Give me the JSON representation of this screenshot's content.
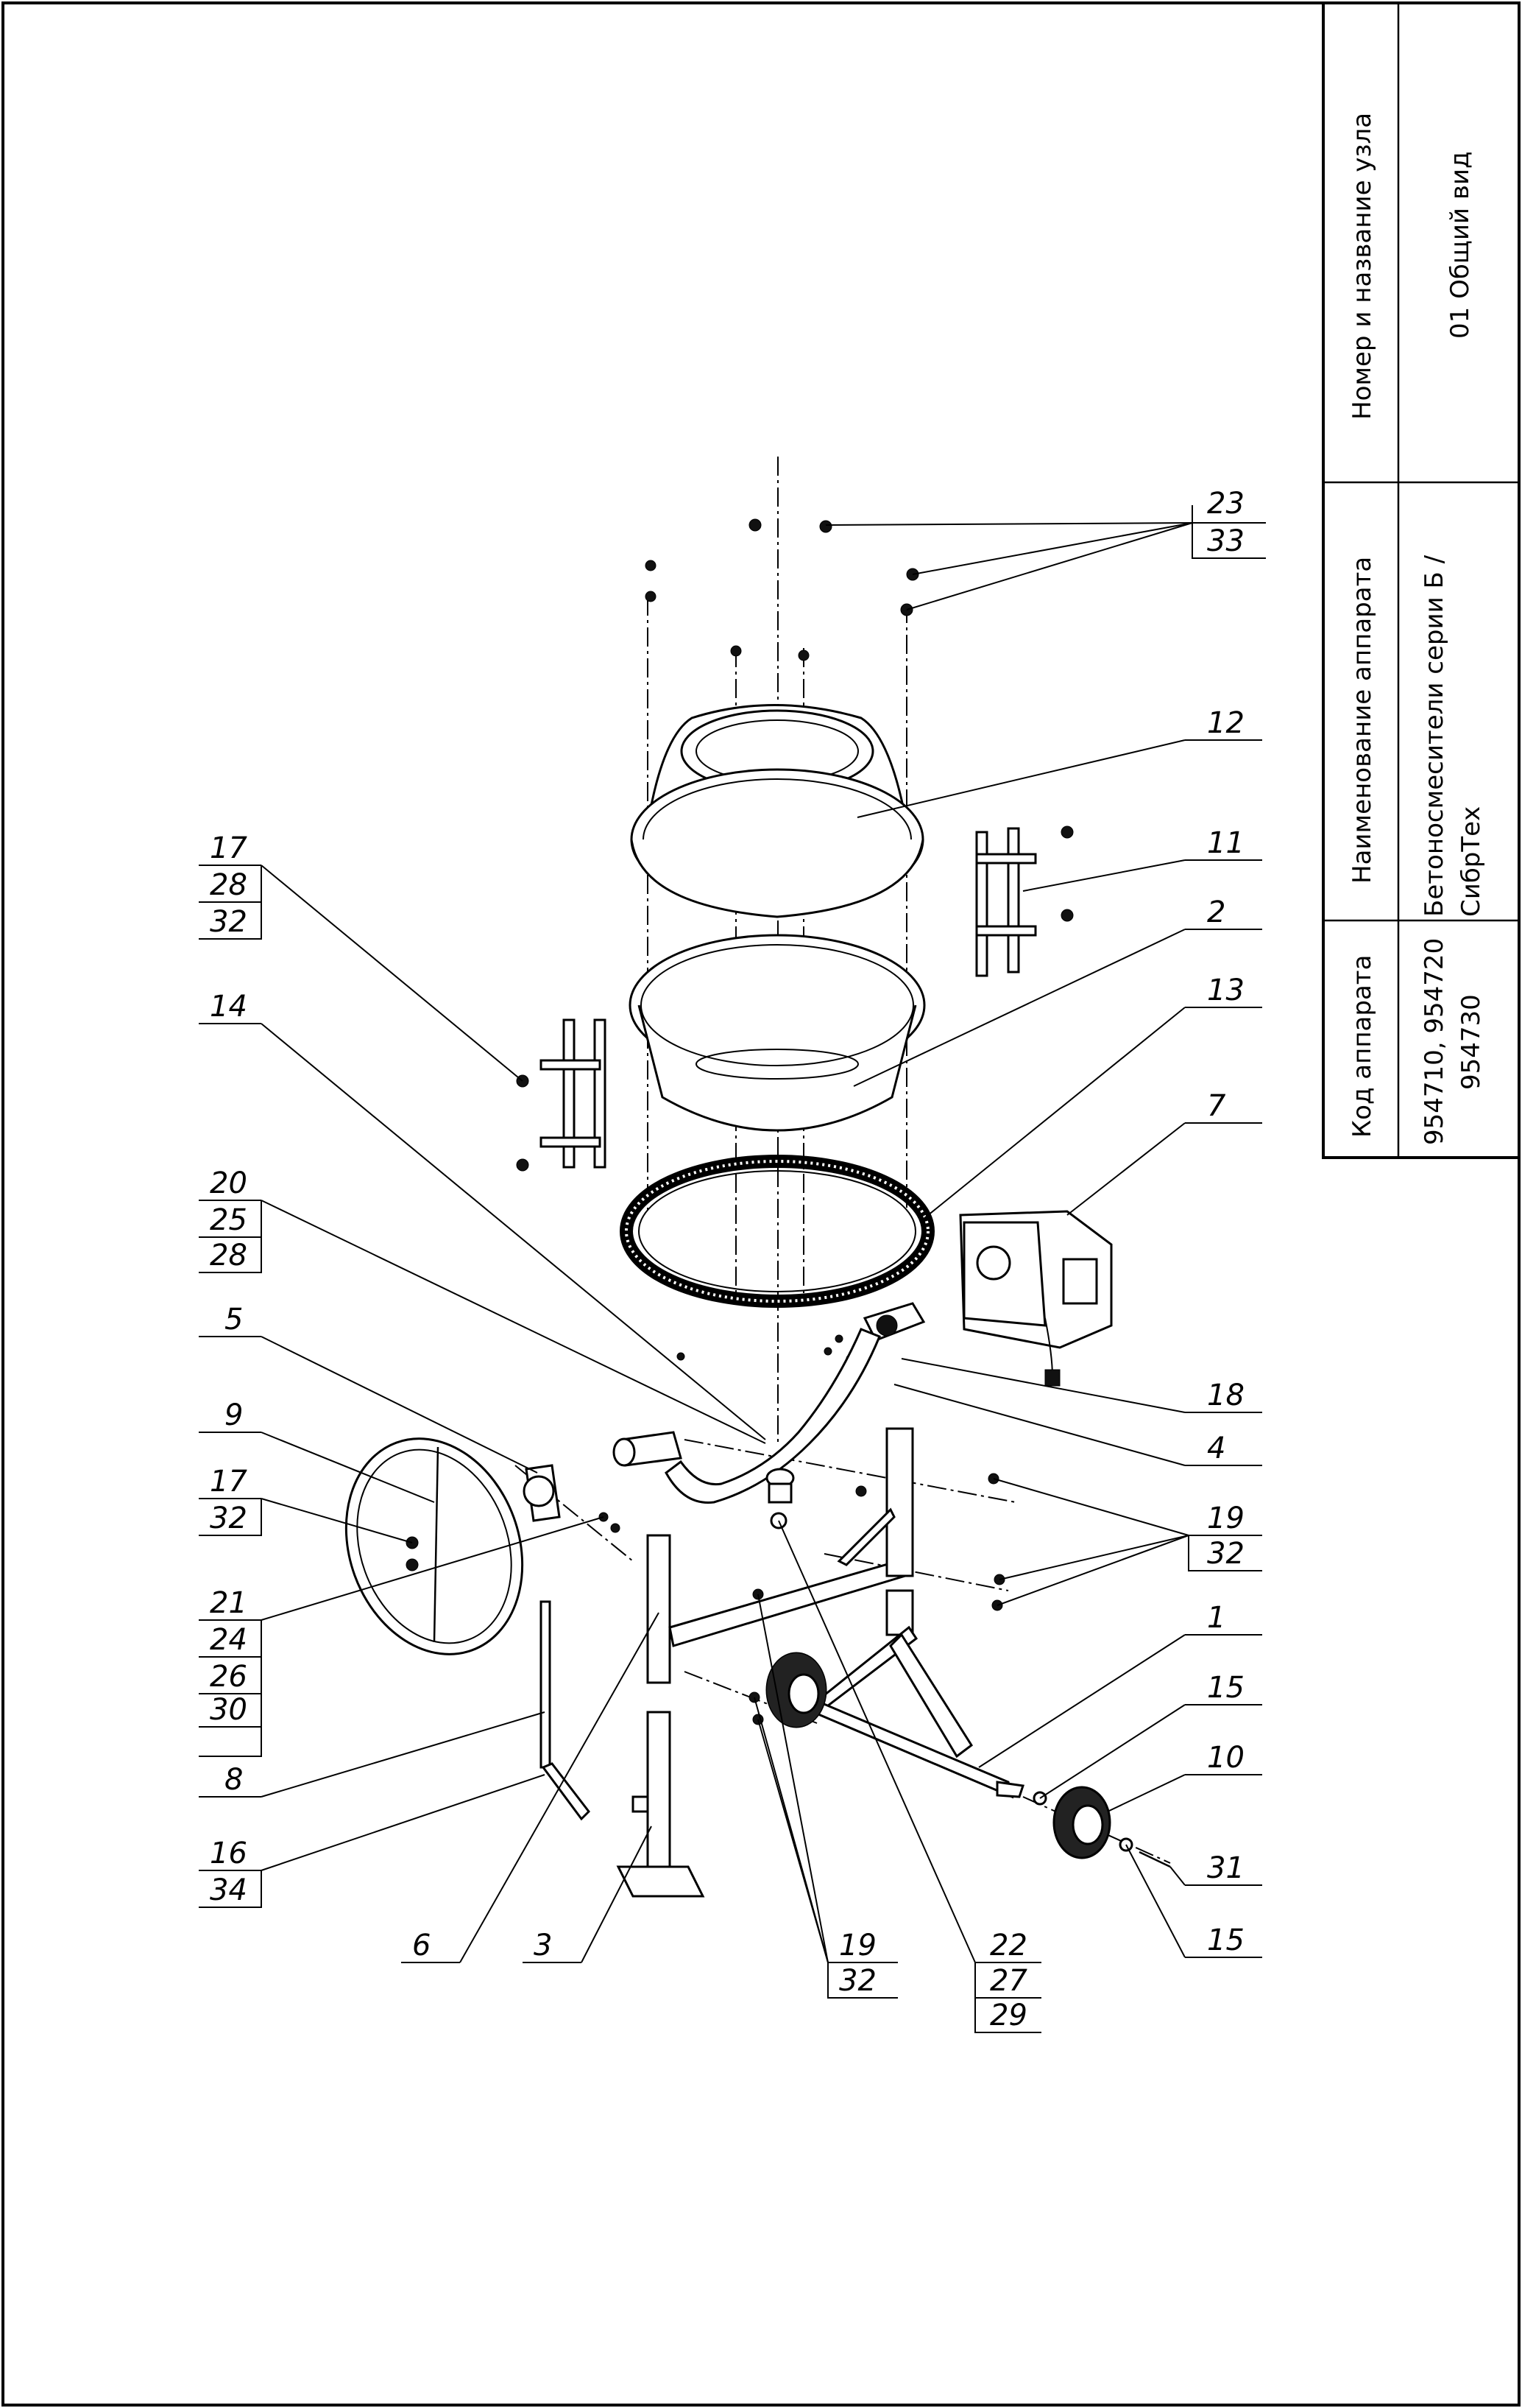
{
  "title_block": {
    "node_header": "Номер и название узла",
    "node_value": "01 Общий вид",
    "device_header": "Наименование аппарата",
    "device_value_line1": "Бетоносмесители серии Б /",
    "device_value_line2": "СибрТех",
    "code_header": "Код аппарата",
    "code_value_line1": "954710, 954720",
    "code_value_line2": "954730"
  },
  "callouts": {
    "c23": "23",
    "c33": "33",
    "c12": "12",
    "c11": "11",
    "c2": "2",
    "c13": "13",
    "c7": "7",
    "c18": "18",
    "c4": "4",
    "c19r": "19",
    "c32r": "32",
    "c1": "1",
    "c15a": "15",
    "c10": "10",
    "c31": "31",
    "c15b": "15",
    "c17a": "17",
    "c28a": "28",
    "c32a": "32",
    "c14": "14",
    "c20": "20",
    "c25": "25",
    "c28b": "28",
    "c5": "5",
    "c9": "9",
    "c17b": "17",
    "c32b": "32",
    "c21": "21",
    "c24": "24",
    "c26": "26",
    "c30": "30",
    "c8": "8",
    "c16": "16",
    "c34": "34",
    "c6": "6",
    "c3": "3",
    "c19b": "19",
    "c32c": "32",
    "c22": "22",
    "c27": "27",
    "c29": "29"
  }
}
